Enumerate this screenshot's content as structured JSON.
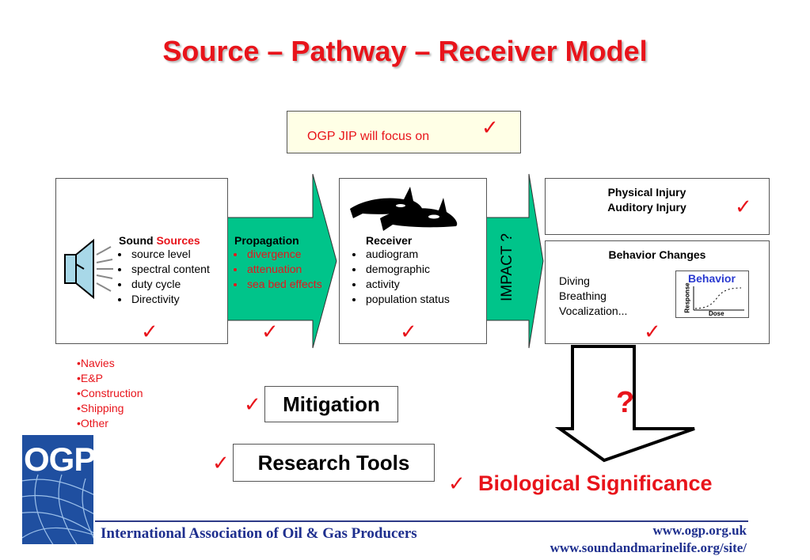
{
  "title": "Source – Pathway – Receiver Model",
  "focus": {
    "text": "OGP JIP will focus on",
    "check": "✓"
  },
  "source": {
    "heading_plain": "Sound ",
    "heading_red": "Sources",
    "items": [
      "source level",
      "spectral content",
      "duty cycle",
      "Directivity"
    ],
    "check": "✓",
    "icon": "speaker-icon"
  },
  "propagation": {
    "heading": "Propagation",
    "items": [
      "divergence",
      "attenuation",
      "sea bed effects"
    ],
    "check": "✓"
  },
  "receiver": {
    "heading": "Receiver",
    "items": [
      "audiogram",
      "demographic",
      "activity",
      "population status"
    ],
    "check": "✓",
    "icon": "orca-icon"
  },
  "impact": {
    "label": "IMPACT ?"
  },
  "physical": {
    "lines": [
      "Physical Injury",
      "Auditory Injury"
    ],
    "check": "✓"
  },
  "behavior": {
    "heading": "Behavior Changes",
    "lines": [
      "Diving",
      "Breathing",
      "Vocalization..."
    ],
    "check": "✓",
    "chart": {
      "title": "Behavior",
      "ylabel": "Response",
      "xlabel": "Dose"
    }
  },
  "sectors": [
    "•Navies",
    "•E&P",
    "•Construction",
    "•Shipping",
    "•Other"
  ],
  "mitigation": {
    "label": "Mitigation",
    "check": "✓"
  },
  "research": {
    "label": "Research Tools",
    "check": "✓"
  },
  "question": "?",
  "significance": {
    "label": "Biological Significance",
    "check": "✓"
  },
  "logo": {
    "text": "OGP"
  },
  "footer": {
    "org": "International Association of Oil & Gas Producers",
    "url1": "www.ogp.org.uk",
    "url2": "www.soundandmarinelife.org/site/"
  },
  "colors": {
    "accent_red": "#e8141b",
    "arrow_green": "#00c48a",
    "footer_blue": "#1e2f8e"
  }
}
